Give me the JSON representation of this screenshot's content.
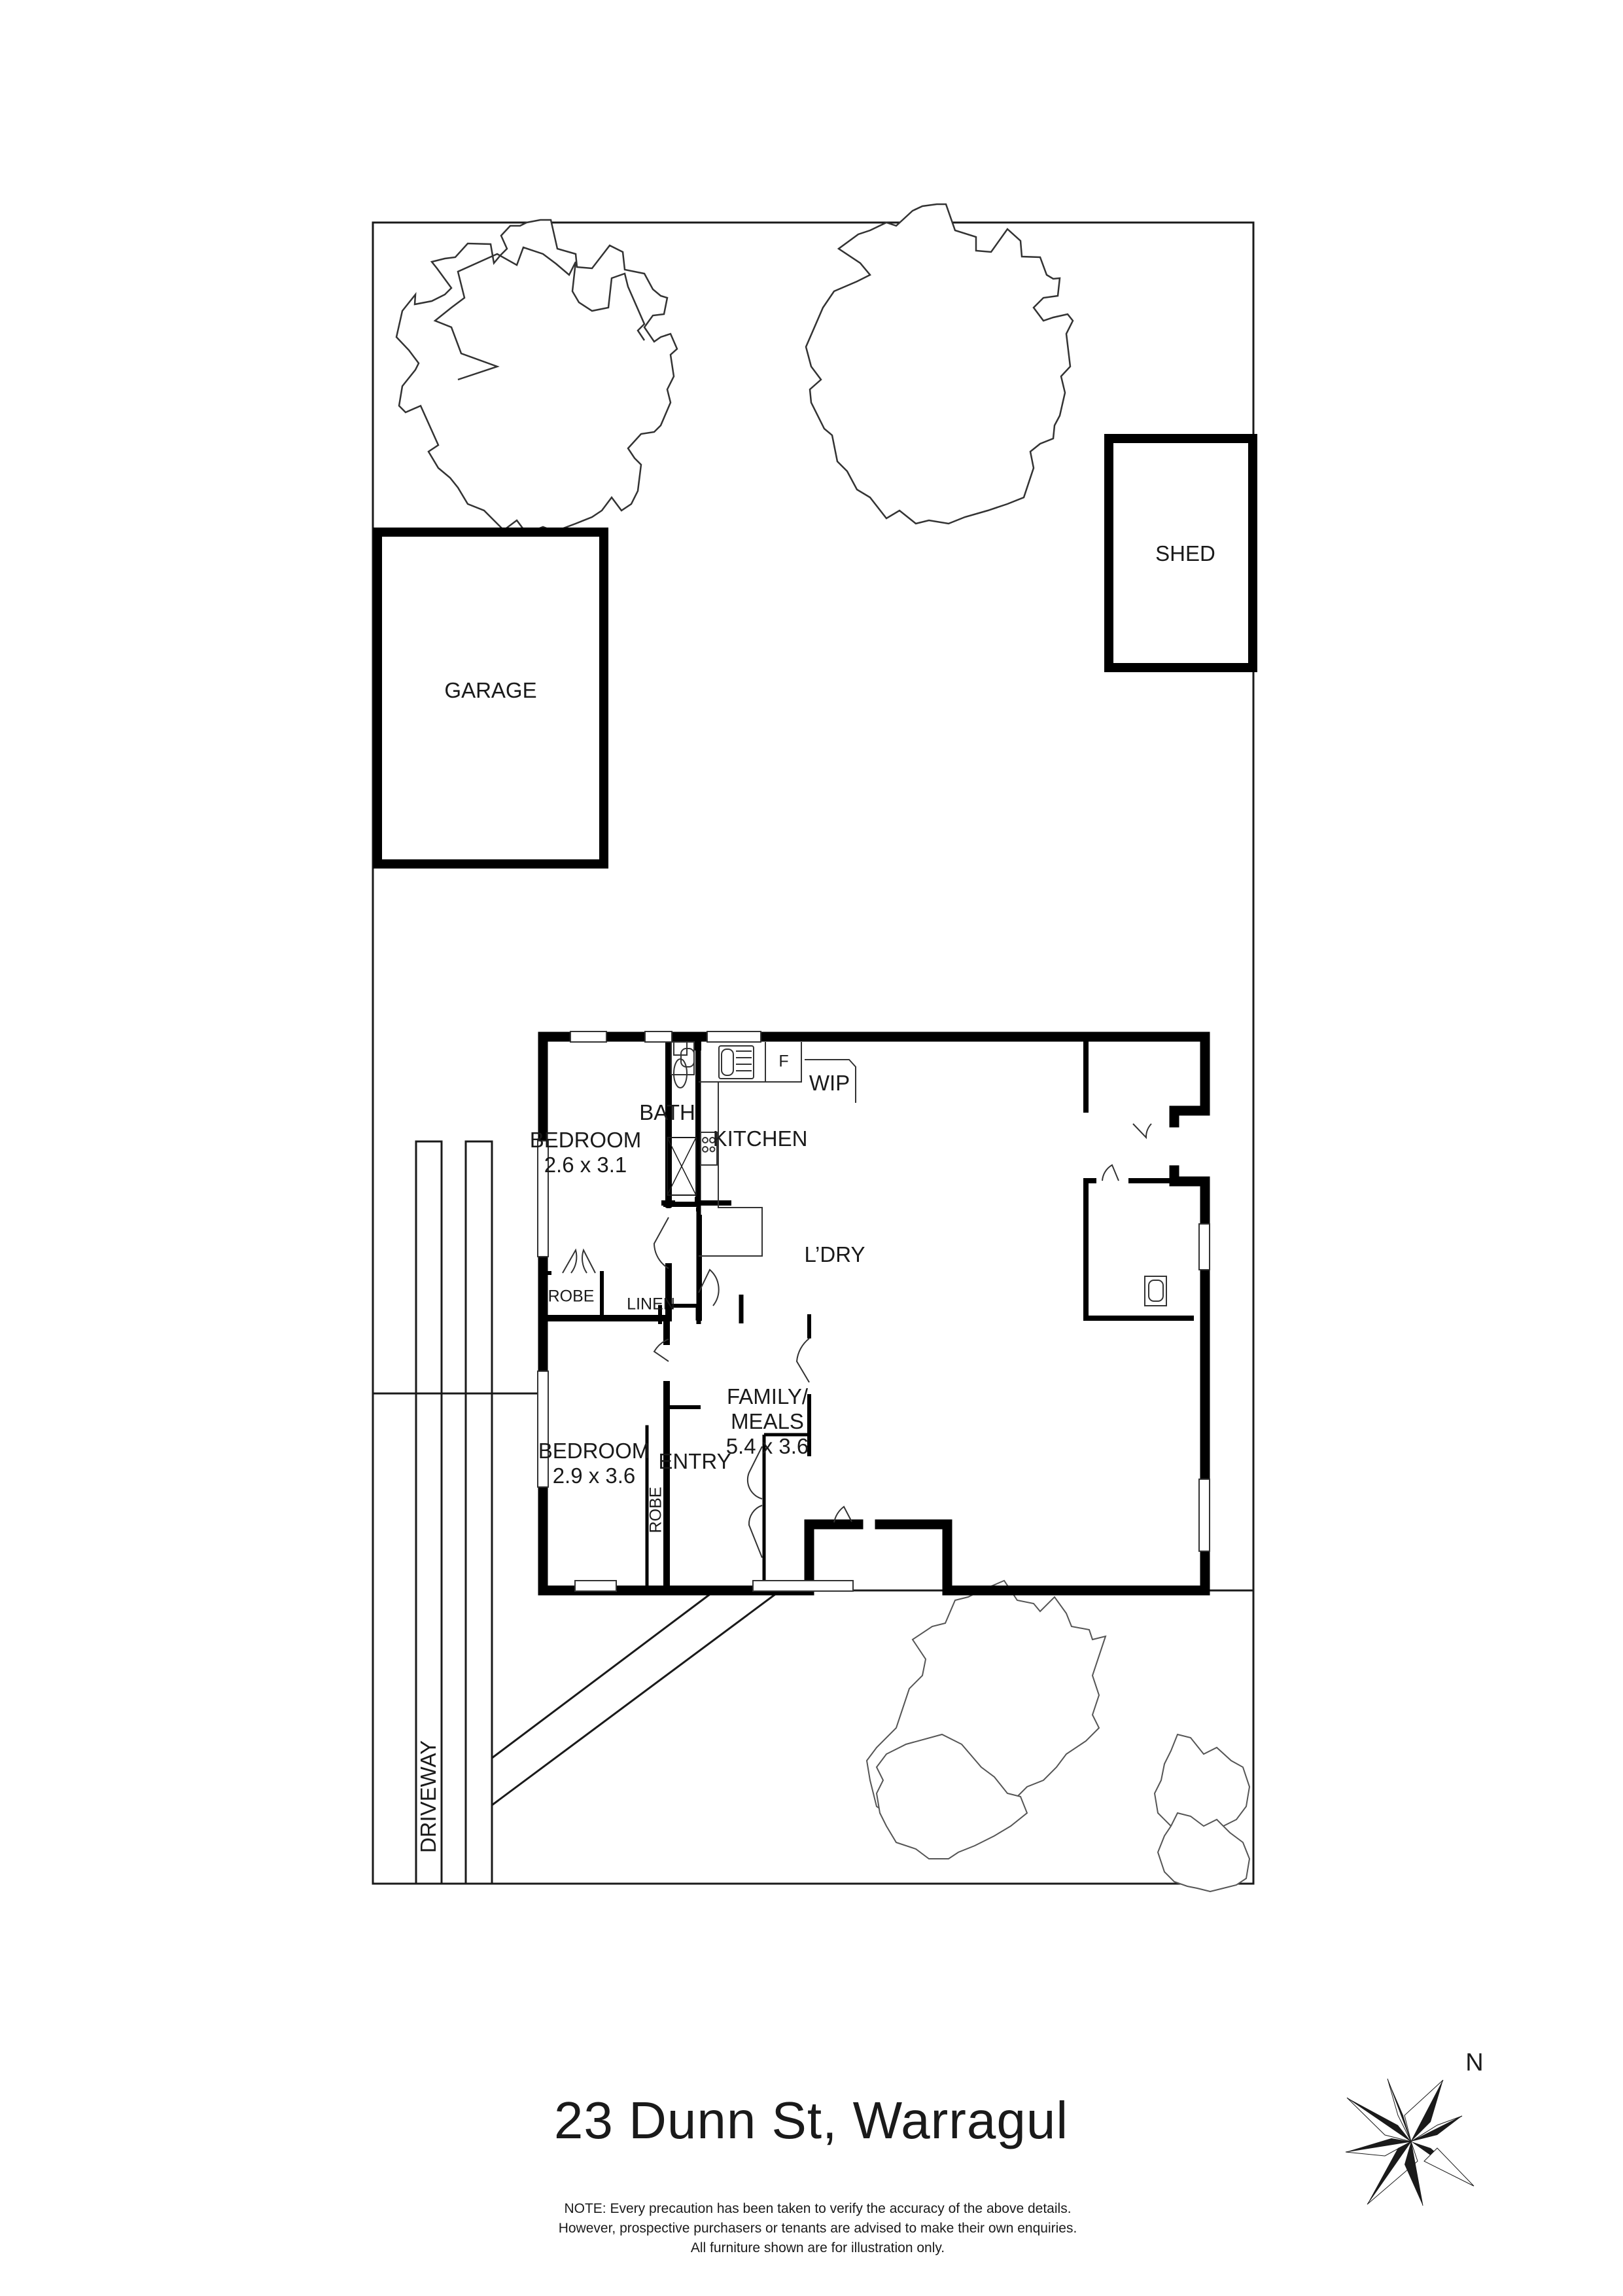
{
  "property": {
    "address": "23 Dunn St, Warragul"
  },
  "outbuildings": {
    "garage": "GARAGE",
    "shed": "SHED"
  },
  "rooms": {
    "bedroom1": {
      "name": "BEDROOM",
      "dims": "2.6 x 3.1"
    },
    "bedroom2": {
      "name": "BEDROOM",
      "dims": "2.9 x 3.6"
    },
    "bath": "BATH",
    "kitchen": "KITCHEN",
    "fridge": "F",
    "wip": "WIP",
    "laundry": "L’DRY",
    "robe1": "ROBE",
    "robe2": "ROBE",
    "linen": "LINEN",
    "family": {
      "name1": "FAMILY/",
      "name2": "MEALS",
      "dims": "5.4 x 3.6"
    },
    "entry": "ENTRY"
  },
  "site": {
    "driveway": "DRIVEWAY"
  },
  "compass": {
    "north_label": "N"
  },
  "disclaimer": {
    "line1": "NOTE: Every precaution has been taken to verify the accuracy of the above details.",
    "line2": "However, prospective purchasers or tenants are advised to make their own enquiries.",
    "line3": "All furniture shown are for illustration only."
  },
  "colors": {
    "wall": "#000000",
    "line": "#1a1a1a",
    "background": "#ffffff"
  }
}
